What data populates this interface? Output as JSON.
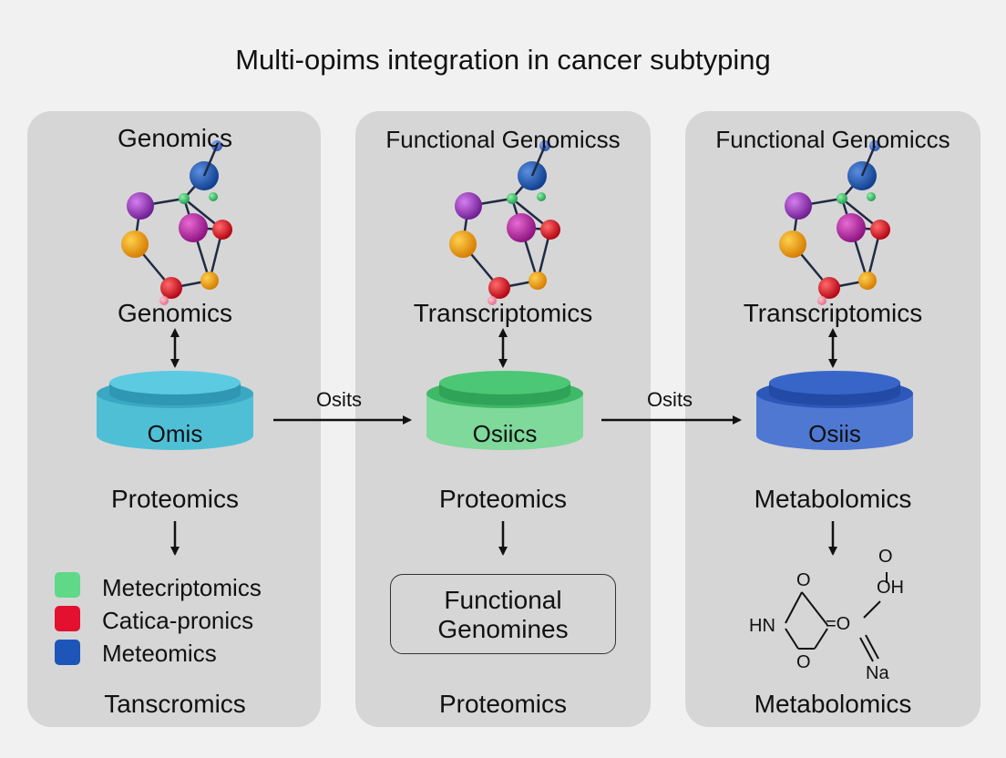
{
  "title": "Multi-opims integration in cancer subtyping",
  "colors": {
    "panel": "#d6d6d6",
    "cyl_teal": "#4fbfd6",
    "cyl_green": "#59cc7e",
    "cyl_blue": "#3f69c6",
    "legend_green": "#5fd987",
    "legend_red": "#e3102f",
    "legend_blue": "#1d56b8"
  },
  "panels": [
    {
      "header": "Genomics",
      "molecule_label": "Genomics",
      "cylinder_label": "Omis",
      "mid_label": "Proteomics",
      "legend": [
        {
          "label": "Metecriptomics",
          "color": "#5fd987"
        },
        {
          "label": "Catica-pronics",
          "color": "#e3102f"
        },
        {
          "label": "Meteomics",
          "color": "#1d56b8"
        }
      ],
      "footer": "Tanscromics"
    },
    {
      "header": "Functional Genomicss",
      "molecule_label": "Transcriptomics",
      "cylinder_label": "Osiics",
      "mid_label": "Proteomics",
      "box_lines": [
        "Functional",
        "Genomines"
      ],
      "footer": "Proteomics"
    },
    {
      "header": "Functional Genomiccs",
      "molecule_label": "Transcriptomics",
      "cylinder_label": "Osiis",
      "mid_label": "Metabolomics",
      "chem_labels": [
        "O",
        "OH",
        "O",
        "HN",
        "=O",
        "O",
        "Na"
      ],
      "footer": "Metabolomics"
    }
  ],
  "connectors": [
    {
      "label": "Osits"
    },
    {
      "label": "Osits"
    }
  ]
}
